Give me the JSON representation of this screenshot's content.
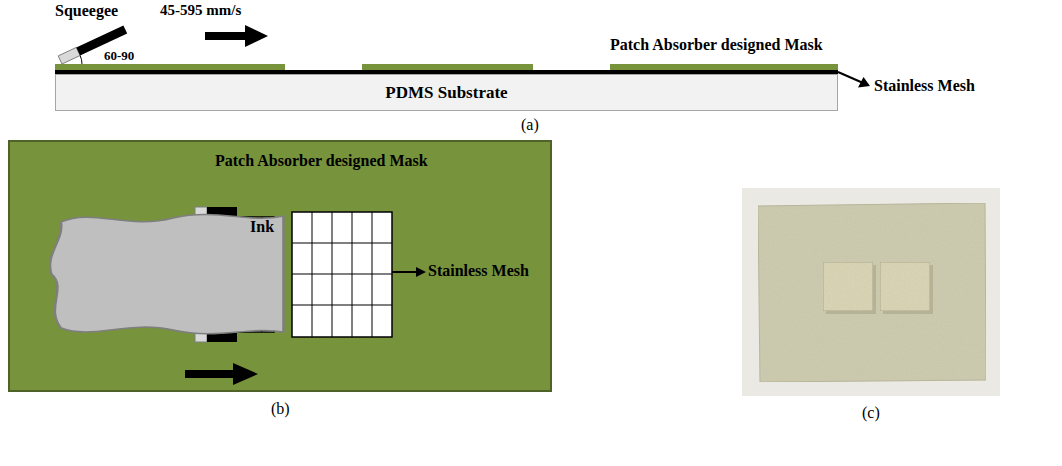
{
  "diagram": {
    "nodes": [
      {
        "text": [
          "PDMS Substrate"
        ]
      },
      {
        "text": [
          "Patch Absorber designed Mask"
        ]
      },
      {
        "text": [
          "Ink"
        ],
        "in": 1
      }
    ],
    "labels": [
      "Squeegee",
      "45-595 mm/s",
      "60-90",
      "Patch Absorber designed Mask",
      "Stainless Mesh",
      "(a)",
      "Stainless Mesh",
      "(b)",
      "(c)"
    ]
  }
}
